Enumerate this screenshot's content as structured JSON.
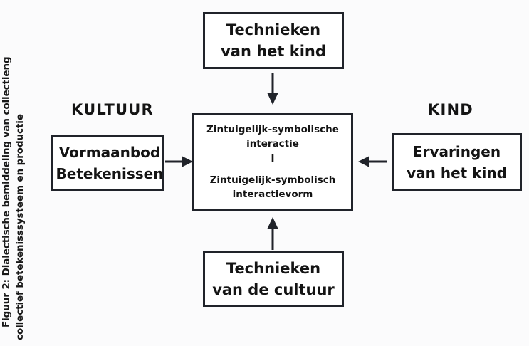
{
  "figure": {
    "caption_line_1": "Figuur 2: Dialectische bemiddeling van collectieng",
    "caption_line_2": "collectief betekenisssysteem en productie",
    "background_color": "#fbfbfc",
    "line_color": "#20232a",
    "text_color": "#141414"
  },
  "labels": {
    "left_section": "KULTUUR",
    "right_section": "KIND"
  },
  "nodes": {
    "top": {
      "name": "technieken-van-het-kind",
      "lines": [
        "Technieken",
        "van het kind"
      ]
    },
    "bottom": {
      "name": "technieken-van-de-cultuur",
      "lines": [
        "Technieken",
        "van de cultuur"
      ]
    },
    "left": {
      "name": "vormaanbod-betekenissen",
      "lines": [
        "Vormaanbod",
        "Betekenissen"
      ]
    },
    "right": {
      "name": "ervaringen-van-het-kind",
      "lines": [
        "Ervaringen",
        "van het kind"
      ]
    },
    "center": {
      "name": "zintuigelijk-symbolische-interactie",
      "lines": [
        "Zintuigelijk-symbolische",
        "interactie",
        "I",
        "Zintuigelijk-symbolisch",
        "interactievorm"
      ]
    }
  },
  "arrows": [
    {
      "name": "arrow-top-to-center",
      "direction": "down",
      "from": "top",
      "to": "center"
    },
    {
      "name": "arrow-bottom-to-center",
      "direction": "up",
      "from": "bottom",
      "to": "center"
    },
    {
      "name": "arrow-left-to-center",
      "direction": "right",
      "from": "left",
      "to": "center"
    },
    {
      "name": "arrow-right-to-center",
      "direction": "left",
      "from": "right",
      "to": "center"
    }
  ]
}
